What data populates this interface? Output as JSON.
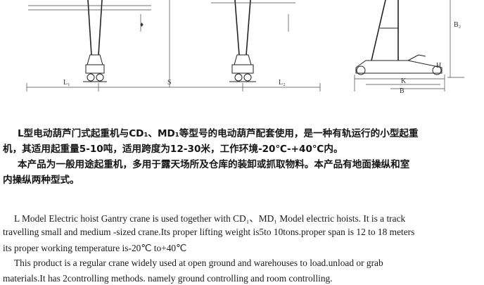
{
  "drawing": {
    "labels": {
      "l_left": "L₁",
      "s": "S",
      "l_right": "L₂",
      "h": "H",
      "b": "B₂",
      "k": "K",
      "b_small": "B"
    }
  },
  "chinese": {
    "line1": "L型电动葫芦门式起重机与CD₁、MD₁等型号的电动葫芦配套使用，是一种有轨运行的小型起重",
    "line2": "机，其适用起重量5-10吨，适用跨度为12-30米，工作环境-20℃-+40℃内。",
    "line3": "本产品为一般用途起重机，多用于露天场所及仓库的装卸或抓取物料。本产品有地面操纵和室",
    "line4": "内操纵两种型式。"
  },
  "english": {
    "line1": "L Model Electric hoist Gantry crane is used together with CD₁、MD₁ Model electric hoists.  It is a track",
    "line2": "travelling small and medium -sized crane.Its proper lifting weight is5to 10tons.proper span is 12 to 18 meters",
    "line3": "its proper working temperature is-20℃ to+40℃",
    "line4": "This product is a regular crane widely used at open ground and warehouses to load.unload or grab",
    "line5": "materials.It has 2controlling methods.  namely ground controlling and room controlling."
  }
}
